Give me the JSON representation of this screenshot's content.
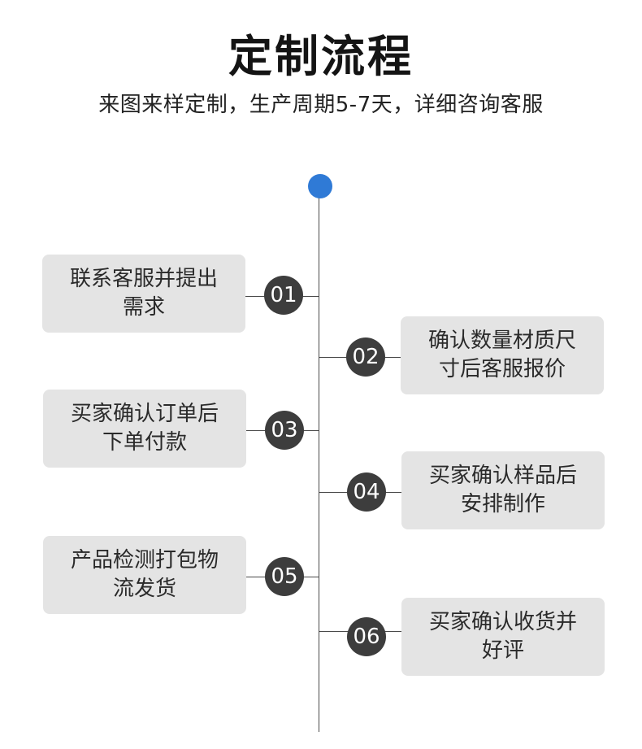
{
  "header": {
    "title": "定制流程",
    "subtitle": "来图来样定制，生产周期5-7天，详细咨询客服"
  },
  "steps": [
    {
      "number": "01",
      "text": "联系客服并提出需求"
    },
    {
      "number": "02",
      "text": "确认数量材质尺寸后客服报价"
    },
    {
      "number": "03",
      "text": "买家确认订单后下单付款"
    },
    {
      "number": "04",
      "text": "买家确认样品后安排制作"
    },
    {
      "number": "05",
      "text": "产品检测打包物流发货"
    },
    {
      "number": "06",
      "text": "买家确认收货并好评"
    }
  ],
  "colors": {
    "accent_dot": "#2f7ad6",
    "step_circle": "#3d3d3d",
    "step_box": "#e4e4e4",
    "line": "#4a4a4a"
  }
}
